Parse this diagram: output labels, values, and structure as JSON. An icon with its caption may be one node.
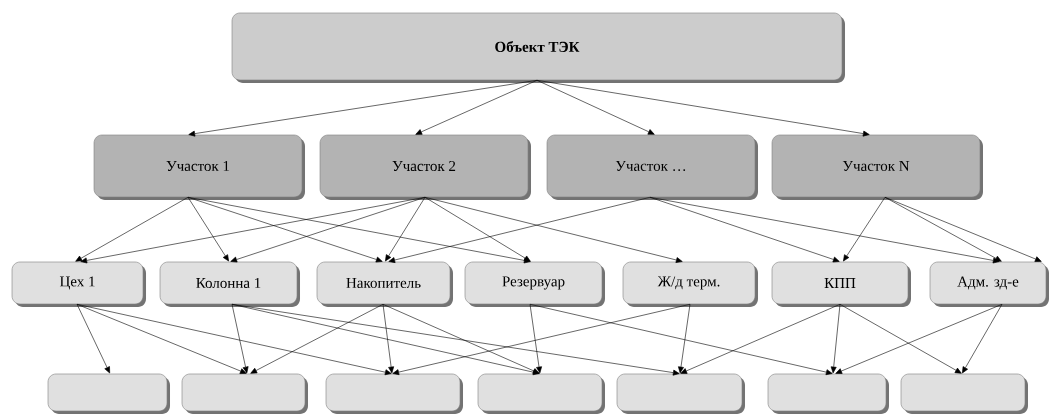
{
  "diagram": {
    "nodes": [
      {
        "text": [
          "Объект ТЭК"
        ]
      },
      {
        "text": [
          "Участок 1"
        ]
      },
      {
        "text": [
          "Участок 2"
        ]
      },
      {
        "text": [
          "Участок …"
        ]
      },
      {
        "text": [
          "Участок N"
        ]
      },
      {
        "text": [
          "Цех 1"
        ]
      },
      {
        "text": [
          "Колонна 1"
        ]
      },
      {
        "text": [
          "Накопитель"
        ]
      },
      {
        "text": [
          "Резервуар"
        ]
      },
      {
        "text": [
          "Ж/д терм."
        ]
      },
      {
        "text": [
          "КПП"
        ]
      },
      {
        "text": [
          "Адм. зд-е"
        ]
      },
      {
        "text": [],
        "shape": "box"
      },
      {
        "text": [],
        "shape": "box"
      },
      {
        "text": [],
        "shape": "box"
      },
      {
        "text": [],
        "shape": "box"
      },
      {
        "text": [],
        "shape": "box"
      },
      {
        "text": [],
        "shape": "box"
      },
      {
        "text": [],
        "shape": "box"
      }
    ],
    "edges": [
      {
        "from": 0,
        "to": 1,
        "arrow": "to"
      },
      {
        "from": 0,
        "to": 2,
        "arrow": "to"
      },
      {
        "from": 0,
        "to": 3,
        "arrow": "to"
      },
      {
        "from": 0,
        "to": 4,
        "arrow": "to"
      },
      {
        "from": 1,
        "to": 5,
        "arrow": "to"
      },
      {
        "from": 1,
        "to": 6,
        "arrow": "to"
      },
      {
        "from": 1,
        "to": 7,
        "arrow": "to"
      },
      {
        "from": 1,
        "to": 8,
        "arrow": "to"
      },
      {
        "from": 2,
        "to": 5,
        "arrow": "to"
      },
      {
        "from": 2,
        "to": 6,
        "arrow": "to"
      },
      {
        "from": 2,
        "to": 7,
        "arrow": "to"
      },
      {
        "from": 2,
        "to": 8,
        "arrow": "to"
      },
      {
        "from": 2,
        "to": 9,
        "arrow": "to"
      },
      {
        "from": 3,
        "to": 7,
        "arrow": "to"
      },
      {
        "from": 3,
        "to": 10,
        "arrow": "to"
      },
      {
        "from": 3,
        "to": 11,
        "arrow": "to"
      },
      {
        "from": 4,
        "to": 10,
        "arrow": "to"
      },
      {
        "from": 4,
        "to": 11,
        "arrow": "to"
      },
      {
        "from": 4,
        "to": 11,
        "arrow": "to"
      },
      {
        "from": 5,
        "to": 12,
        "arrow": "to"
      },
      {
        "from": 5,
        "to": 13,
        "arrow": "to"
      },
      {
        "from": 5,
        "to": 14,
        "arrow": "to"
      },
      {
        "from": 6,
        "to": 13,
        "arrow": "to"
      },
      {
        "from": 6,
        "to": 15,
        "arrow": "to"
      },
      {
        "from": 6,
        "to": 16,
        "arrow": "to"
      },
      {
        "from": 7,
        "to": 13,
        "arrow": "to"
      },
      {
        "from": 7,
        "to": 14,
        "arrow": "to"
      },
      {
        "from": 7,
        "to": 15,
        "arrow": "to"
      },
      {
        "from": 8,
        "to": 15,
        "arrow": "to"
      },
      {
        "from": 8,
        "to": 17,
        "arrow": "to"
      },
      {
        "from": 9,
        "to": 14,
        "arrow": "to"
      },
      {
        "from": 9,
        "to": 16,
        "arrow": "to"
      },
      {
        "from": 10,
        "to": 16,
        "arrow": "to"
      },
      {
        "from": 10,
        "to": 17,
        "arrow": "to"
      },
      {
        "from": 10,
        "to": 18,
        "arrow": "to"
      },
      {
        "from": 11,
        "to": 17,
        "arrow": "to"
      },
      {
        "from": 11,
        "to": 18,
        "arrow": "to"
      }
    ]
  }
}
